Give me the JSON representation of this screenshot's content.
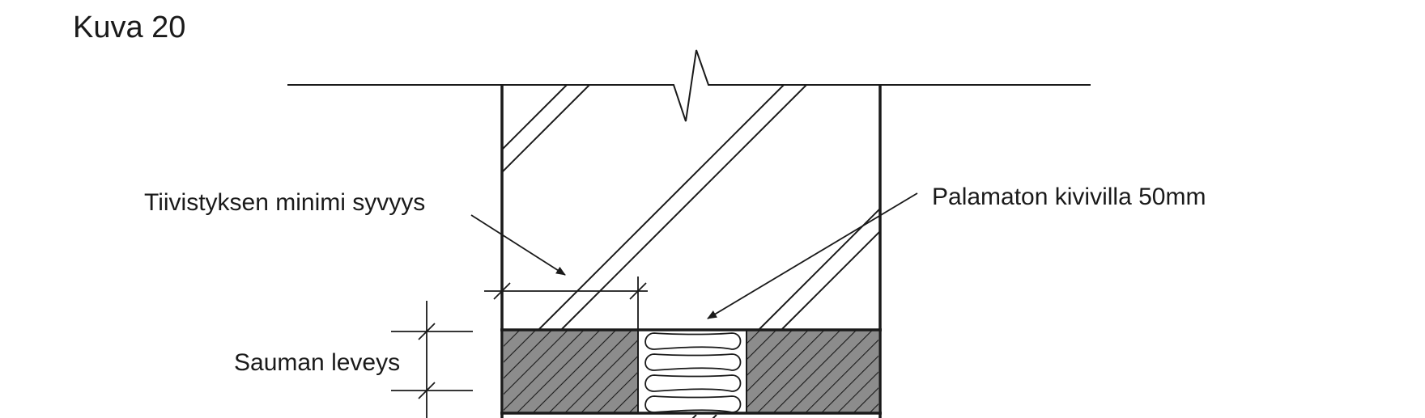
{
  "figure": {
    "title": "Kuva 20",
    "labels": {
      "seal_depth": "Tiivistyksen minimi syvyys",
      "insulation": "Palamaton kivivilla 50mm",
      "joint_width": "Sauman leveys"
    },
    "colors": {
      "ink": "#1a1a1a",
      "sealant_fill": "#8c8c8c",
      "background": "#ffffff"
    }
  }
}
